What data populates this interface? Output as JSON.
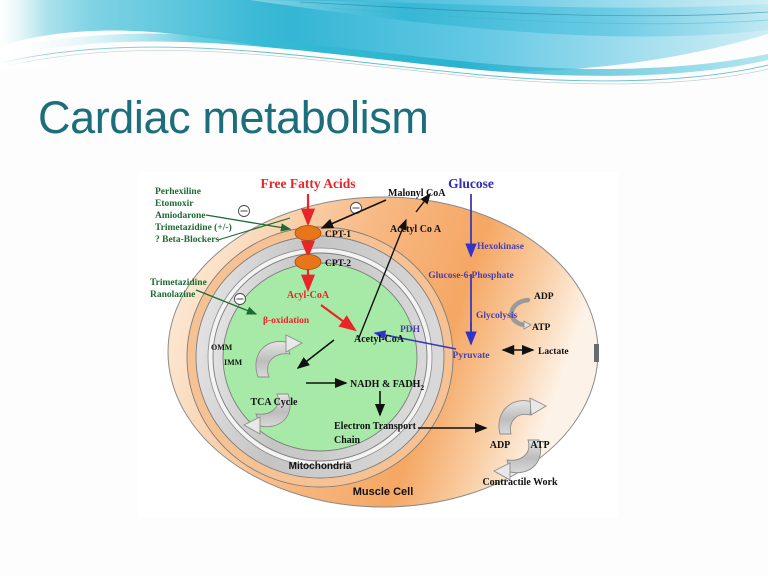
{
  "slide": {
    "title": "Cardiac metabolism",
    "title_color": "#1d6e7d",
    "background_color": "#fdfdfd"
  },
  "header": {
    "name": "decorative-wave-banner",
    "gradient_from": "#1aa9c4",
    "gradient_to": "#8fd9e8",
    "accent_line": "#2fbcd0"
  },
  "diagram": {
    "title": "Cardiac metabolism pathway diagram",
    "colors": {
      "cytosol_fill": "#f6a96a",
      "cytosol_fill_light": "#fdf1e6",
      "mitochondria_matrix": "#a9eaa9",
      "membrane_gray": "#c8c8c8",
      "fatty_acid_red": "#e8262a",
      "glucose_blue": "#3333cc",
      "drug_green": "#1d6b32",
      "cpt_orange": "#e8751a",
      "black": "#000000"
    },
    "cell_label": "Muscle Cell",
    "mitochondria_label": "Mitochondria",
    "membrane_labels": {
      "outer": "OMM",
      "inner": "IMM"
    },
    "fatty_acid_pathway": {
      "substrate": "Free Fatty Acids",
      "transporter_outer": "CPT-1",
      "transporter_inner": "CPT-2",
      "intermediate": "Acyl-CoA",
      "process": "β-oxidation",
      "product": "Acetyl-CoA"
    },
    "inhibitor_groups": [
      {
        "name": "cpt1-inhibitors",
        "drugs": [
          "Perhexiline",
          "Etomoxir",
          "Amiodarone",
          "Trimetazidine (+/-)",
          "? Beta-Blockers"
        ]
      },
      {
        "name": "beta-oxidation-inhibitors",
        "drugs": [
          "Trimetazidine",
          "Ranolazine"
        ]
      }
    ],
    "malonyl_pathway": {
      "malonyl": "Malonyl CoA",
      "acetyl_cytosol": "Acetyl Co A"
    },
    "glucose_pathway": {
      "substrate": "Glucose",
      "enzyme_1": "Hexokinase",
      "intermediate_1": "Glucose-6-Phosphate",
      "process": "Glycolysis",
      "product": "Pyruvate",
      "side_product": "Lactate",
      "enzyme_2": "PDH",
      "glycolysis_adp": "ADP",
      "glycolysis_atp": "ATP"
    },
    "mitochondrial_pathway": {
      "cycle": "TCA Cycle",
      "reducing_equivalents": "NADH & FADH",
      "reducing_equivalents_sub": "2",
      "etc_line1": "Electron Transport",
      "etc_line2": "Chain"
    },
    "energy_use": {
      "adp": "ADP",
      "atp": "ATP",
      "work": "Contractile Work"
    },
    "inhibition_symbol": "⊖"
  }
}
